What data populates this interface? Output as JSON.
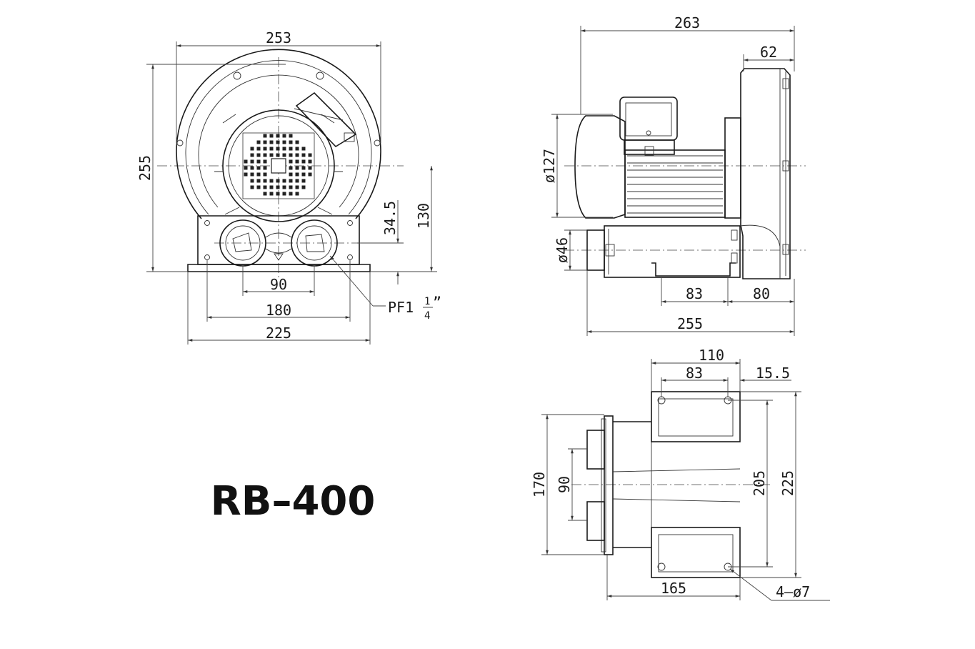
{
  "model": "RB–400",
  "front_view": {
    "width_top": "253",
    "height_total": "255",
    "height_axis": "130",
    "height_outlet": "34.5",
    "port_spacing": "90",
    "mount_spacing": "180",
    "base_width": "225",
    "thread": "PF1",
    "thread_frac_num": "1",
    "thread_frac_den": "4",
    "thread_mark": "”"
  },
  "side_view": {
    "length_total": "263",
    "housing_depth": "62",
    "motor_dia": "ø127",
    "port_dia": "ø46",
    "foot_spacing": "83",
    "foot_to_end": "80",
    "base_length": "255"
  },
  "bottom_view": {
    "foot_width": "110",
    "hole_spacing": "83",
    "hole_offset": "15.5",
    "flange_height": "170",
    "port_spacing": "90",
    "hole_spacing_long": "205",
    "foot_length": "225",
    "length_to_flange": "165",
    "holes": "4–ø7"
  }
}
